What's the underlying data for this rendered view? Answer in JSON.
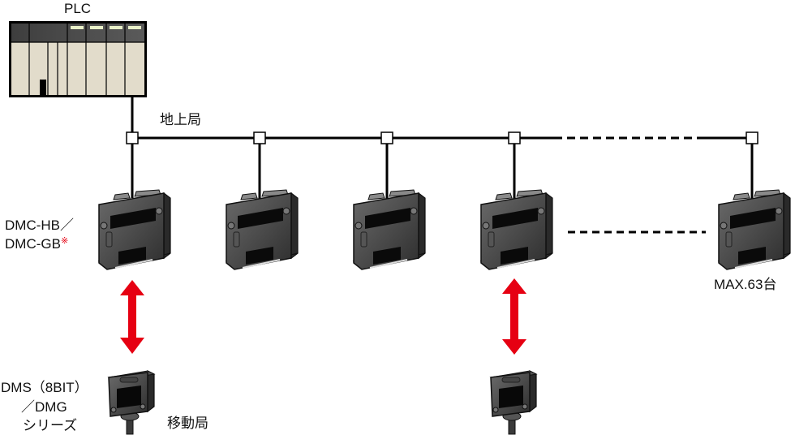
{
  "diagram": {
    "plc_label": "PLC",
    "ground_station_label": "地上局",
    "controller_label_line1": "DMC-HB／",
    "controller_label_line2": "DMC-GB",
    "controller_note_mark": "※",
    "max_label": "MAX.63台",
    "sensor_label_line1": "DMS（8BIT）",
    "sensor_label_line2": "／DMG",
    "sensor_label_line3": "シリーズ",
    "mobile_station_label": "移動局",
    "colors": {
      "line": "#000000",
      "arrow": "#e60012",
      "device_body": "#4a4a4a",
      "plc_panel": "#e2dccb",
      "plc_top": "#555555",
      "plc_led": "#e8f0c8"
    }
  }
}
